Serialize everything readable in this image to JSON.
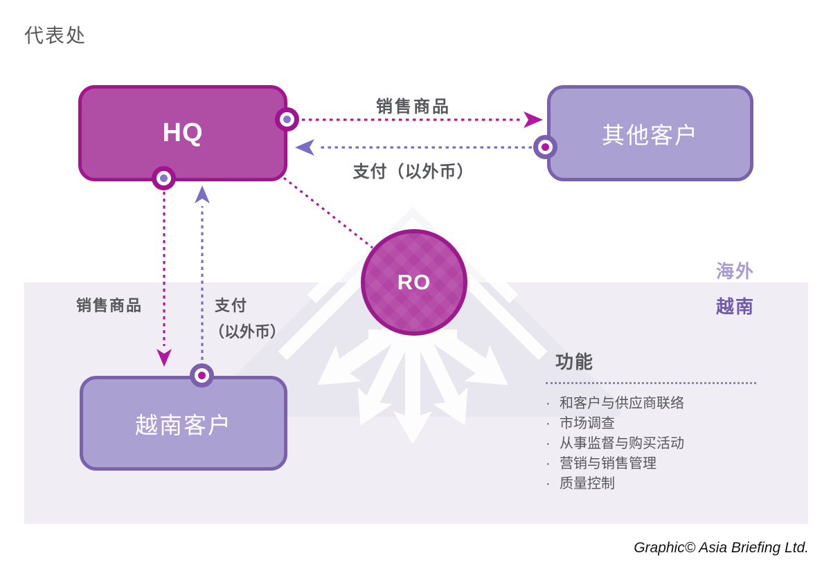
{
  "title": "代表处",
  "nodes": {
    "hq": "HQ",
    "other_customers": "其他客户",
    "ro": "RO",
    "vietnam_customers": "越南客户"
  },
  "edges": {
    "hq_to_other": "销售商品",
    "other_to_hq": "支付（以外币）",
    "hq_to_vietnam": "销售商品",
    "vietnam_to_hq_line1": "支付",
    "vietnam_to_hq_line2": "（以外币）"
  },
  "regions": {
    "overseas": "海外",
    "vietnam": "越南"
  },
  "functions": {
    "heading": "功能",
    "bullet": "·",
    "items": [
      "和客户与供应商联络",
      "市场调查",
      "从事监督与购买活动",
      "营销与销售管理",
      "质量控制"
    ]
  },
  "credit": "Graphic© Asia Briefing Ltd.",
  "colors": {
    "magenta_border": "#a2138f",
    "magenta_fill": "#b04ea6",
    "magenta_line": "#b1189e",
    "purple_border": "#7a61ad",
    "purple_fill": "#aba0d2",
    "purple_line": "#7a6dc6",
    "panel_background": "#f0eef4",
    "overseas_label": "#a79cd2",
    "vietnam_label": "#6f5aa8",
    "text_gray": "#56575b"
  }
}
